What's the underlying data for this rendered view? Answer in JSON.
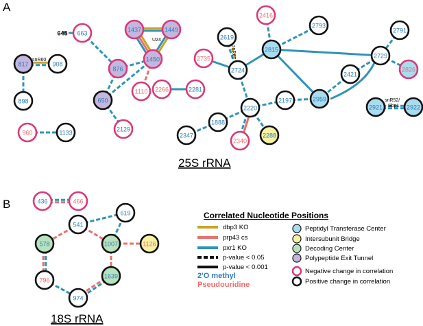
{
  "colors": {
    "dbp3": "#c9a227",
    "prp43": "#e8706e",
    "pxr1": "#2f93b8",
    "ptc": "#a9dcef",
    "bridge": "#f5f2a6",
    "decoding": "#b8e2bd",
    "exit": "#c4b6de",
    "neg": "#d93a78",
    "pos": "#111111",
    "methyl": "#2f7fb8",
    "pseudo": "#e8706e",
    "plain": "#111111"
  },
  "panels": {
    "a": "A",
    "b": "B"
  },
  "titles": {
    "r25s": "25S rRNA",
    "r18s": "18S rRNA"
  },
  "legend": {
    "title": "Correlated Nucleotide Positions",
    "lines": [
      {
        "key": "dbp3",
        "label": "dbp3 KO"
      },
      {
        "key": "prp43",
        "label": "prp43 cs"
      },
      {
        "key": "pxr1",
        "label": "pxr1 KO"
      }
    ],
    "pvals": [
      {
        "style": "dashed",
        "label": "p-value < 0.05"
      },
      {
        "style": "solid",
        "label": "p-value < 0.001"
      }
    ],
    "methyl": "2'O methyl",
    "pseudo": "Pseudouridine",
    "regions": [
      {
        "fill": "ptc",
        "label": "Peptidyl Transferase Center"
      },
      {
        "fill": "bridge",
        "label": "Intersubunit Bridge"
      },
      {
        "fill": "decoding",
        "label": "Decoding Center"
      },
      {
        "fill": "exit",
        "label": "Polypeptide Exit Tunnel"
      }
    ],
    "rings": [
      {
        "ring": "neg",
        "label": "Negative change in correlation"
      },
      {
        "ring": "pos",
        "label": "Positive change in correlation"
      }
    ]
  },
  "annotations": [
    {
      "id": "snr60",
      "text": "snR60"
    },
    {
      "id": "u24",
      "text": "U24"
    },
    {
      "id": "snr67",
      "text": "snR67"
    },
    {
      "id": "snr52a",
      "text": "snR52/"
    },
    {
      "id": "snr52b",
      "text": "Sbp1"
    }
  ],
  "nodes": [
    {
      "id": "645",
      "label": "645",
      "ring": "none",
      "fill": "none",
      "text": "plain",
      "bold": true
    },
    {
      "id": "663",
      "label": "663",
      "ring": "neg",
      "fill": "none",
      "text": "methyl"
    },
    {
      "id": "817",
      "label": "817",
      "ring": "pos",
      "fill": "exit",
      "text": "methyl"
    },
    {
      "id": "908",
      "label": "908",
      "ring": "pos",
      "fill": "none",
      "text": "methyl"
    },
    {
      "id": "898",
      "label": "898",
      "ring": "pos",
      "fill": "none",
      "text": "methyl"
    },
    {
      "id": "960",
      "label": "960",
      "ring": "neg",
      "fill": "none",
      "text": "pseudo"
    },
    {
      "id": "1133",
      "label": "1133",
      "ring": "pos",
      "fill": "none",
      "text": "methyl"
    },
    {
      "id": "1437",
      "label": "1437",
      "ring": "neg",
      "fill": "exit",
      "text": "methyl"
    },
    {
      "id": "1449",
      "label": "1449",
      "ring": "neg",
      "fill": "exit",
      "text": "methyl"
    },
    {
      "id": "1450",
      "label": "1450",
      "ring": "neg",
      "fill": "exit",
      "text": "methyl"
    },
    {
      "id": "876",
      "label": "876",
      "ring": "neg",
      "fill": "exit",
      "text": "methyl"
    },
    {
      "id": "650",
      "label": "650",
      "ring": "pos",
      "fill": "exit",
      "text": "methyl"
    },
    {
      "id": "1110",
      "label": "1110",
      "ring": "neg",
      "fill": "none",
      "text": "pseudo"
    },
    {
      "id": "2129",
      "label": "2129",
      "ring": "neg",
      "fill": "none",
      "text": "methyl"
    },
    {
      "id": "2266",
      "label": "2266",
      "ring": "neg",
      "fill": "none",
      "text": "pseudo"
    },
    {
      "id": "2281",
      "label": "2281",
      "ring": "neg",
      "fill": "none",
      "text": "methyl"
    },
    {
      "id": "2416",
      "label": "2416",
      "ring": "neg",
      "fill": "none",
      "text": "pseudo"
    },
    {
      "id": "2619",
      "label": "2619",
      "ring": "pos",
      "fill": "none",
      "text": "methyl"
    },
    {
      "id": "2735",
      "label": "2735",
      "ring": "neg",
      "fill": "none",
      "text": "pseudo"
    },
    {
      "id": "2724",
      "label": "2724",
      "ring": "pos",
      "fill": "none",
      "text": "methyl"
    },
    {
      "id": "2815",
      "label": "2815",
      "ring": "pos",
      "fill": "ptc",
      "text": "methyl"
    },
    {
      "id": "2793",
      "label": "2793",
      "ring": "pos",
      "fill": "none",
      "text": "methyl"
    },
    {
      "id": "2791",
      "label": "2791",
      "ring": "pos",
      "fill": "none",
      "text": "methyl"
    },
    {
      "id": "2729",
      "label": "2729",
      "ring": "pos",
      "fill": "none",
      "text": "methyl"
    },
    {
      "id": "2826",
      "label": "2826",
      "ring": "neg",
      "fill": "ptc",
      "text": "pseudo"
    },
    {
      "id": "2421",
      "label": "2421",
      "ring": "pos",
      "fill": "none",
      "text": "methyl"
    },
    {
      "id": "2959",
      "label": "2959",
      "ring": "pos",
      "fill": "ptc",
      "text": "methyl"
    },
    {
      "id": "2197",
      "label": "2197",
      "ring": "pos",
      "fill": "none",
      "text": "methyl"
    },
    {
      "id": "2220",
      "label": "2220",
      "ring": "pos",
      "fill": "none",
      "text": "methyl"
    },
    {
      "id": "1888",
      "label": "1888",
      "ring": "pos",
      "fill": "none",
      "text": "methyl"
    },
    {
      "id": "2347",
      "label": "2347",
      "ring": "pos",
      "fill": "none",
      "text": "methyl"
    },
    {
      "id": "2340",
      "label": "2340",
      "ring": "neg",
      "fill": "none",
      "text": "pseudo"
    },
    {
      "id": "2288",
      "label": "2288",
      "ring": "pos",
      "fill": "bridge",
      "text": "methyl"
    },
    {
      "id": "2921",
      "label": "2921",
      "ring": "pos",
      "fill": "ptc",
      "text": "methyl"
    },
    {
      "id": "2922",
      "label": "2922",
      "ring": "pos",
      "fill": "ptc",
      "text": "methyl"
    },
    {
      "id": "436",
      "label": "436",
      "ring": "neg",
      "fill": "none",
      "text": "methyl"
    },
    {
      "id": "466",
      "label": "466",
      "ring": "neg",
      "fill": "none",
      "text": "pseudo"
    },
    {
      "id": "541",
      "label": "541",
      "ring": "pos",
      "fill": "none",
      "text": "methyl"
    },
    {
      "id": "619",
      "label": "619",
      "ring": "pos",
      "fill": "none",
      "text": "methyl"
    },
    {
      "id": "578",
      "label": "578",
      "ring": "pos",
      "fill": "decoding",
      "text": "methyl"
    },
    {
      "id": "1007",
      "label": "1007",
      "ring": "pos",
      "fill": "decoding",
      "text": "methyl"
    },
    {
      "id": "1126",
      "label": "1126",
      "ring": "pos",
      "fill": "bridge",
      "text": "pseudo"
    },
    {
      "id": "796",
      "label": "796",
      "ring": "pos",
      "fill": "none",
      "text": "pseudo"
    },
    {
      "id": "1639",
      "label": "1639",
      "ring": "pos",
      "fill": "decoding",
      "text": "methyl"
    },
    {
      "id": "974",
      "label": "974",
      "ring": "pos",
      "fill": "none",
      "text": "methyl"
    }
  ],
  "edges": [
    {
      "a": "645",
      "b": "663",
      "styles": [
        [
          "pxr1",
          "dashed"
        ]
      ]
    },
    {
      "a": "817",
      "b": "908",
      "styles": [
        [
          "dbp3",
          "solid"
        ],
        [
          "pxr1",
          "dashed"
        ]
      ]
    },
    {
      "a": "817",
      "b": "898",
      "styles": [
        [
          "pxr1",
          "dashed"
        ]
      ]
    },
    {
      "a": "960",
      "b": "1133",
      "styles": [
        [
          "pxr1",
          "dashed"
        ]
      ]
    },
    {
      "a": "1437",
      "b": "1449",
      "styles": [
        [
          "dbp3",
          "solid"
        ],
        [
          "pxr1",
          "solid"
        ]
      ]
    },
    {
      "a": "1437",
      "b": "1450",
      "styles": [
        [
          "dbp3",
          "solid"
        ],
        [
          "prp43",
          "solid"
        ],
        [
          "pxr1",
          "solid"
        ]
      ]
    },
    {
      "a": "1449",
      "b": "1450",
      "styles": [
        [
          "dbp3",
          "solid"
        ],
        [
          "pxr1",
          "solid"
        ]
      ]
    },
    {
      "a": "663",
      "b": "876",
      "styles": [
        [
          "pxr1",
          "dashed"
        ]
      ]
    },
    {
      "a": "876",
      "b": "1450",
      "styles": [
        [
          "pxr1",
          "dashed"
        ]
      ]
    },
    {
      "a": "876",
      "b": "650",
      "styles": [
        [
          "pxr1",
          "dashed"
        ]
      ]
    },
    {
      "a": "650",
      "b": "1450",
      "styles": [
        [
          "pxr1",
          "dashed"
        ]
      ]
    },
    {
      "a": "1450",
      "b": "1110",
      "styles": [
        [
          "prp43",
          "dashed"
        ]
      ]
    },
    {
      "a": "650",
      "b": "2129",
      "styles": [
        [
          "pxr1",
          "dashed"
        ]
      ]
    },
    {
      "a": "2266",
      "b": "2281",
      "styles": [
        [
          "pxr1",
          "solid"
        ]
      ]
    },
    {
      "a": "2619",
      "b": "2724",
      "styles": [
        [
          "dbp3",
          "dashed"
        ],
        [
          "pxr1",
          "dashed"
        ]
      ]
    },
    {
      "a": "2735",
      "b": "2724",
      "styles": [
        [
          "pxr1",
          "solid"
        ]
      ]
    },
    {
      "a": "2724",
      "b": "2815",
      "styles": [
        [
          "pxr1",
          "solid"
        ]
      ]
    },
    {
      "a": "2416",
      "b": "2815",
      "styles": [
        [
          "pxr1",
          "dashed"
        ]
      ]
    },
    {
      "a": "2793",
      "b": "2815",
      "styles": [
        [
          "pxr1",
          "dashed"
        ]
      ]
    },
    {
      "a": "2815",
      "b": "2729",
      "styles": [
        [
          "pxr1",
          "solid"
        ]
      ]
    },
    {
      "a": "2815",
      "b": "2959",
      "styles": [
        [
          "pxr1",
          "solid"
        ]
      ]
    },
    {
      "a": "2791",
      "b": "2729",
      "styles": [
        [
          "pxr1",
          "dashed"
        ]
      ]
    },
    {
      "a": "2729",
      "b": "2826",
      "styles": [
        [
          "pxr1",
          "dashed"
        ]
      ]
    },
    {
      "a": "2729",
      "b": "2421",
      "styles": [
        [
          "pxr1",
          "dashed"
        ]
      ]
    },
    {
      "a": "2421",
      "b": "2959",
      "styles": [
        [
          "pxr1",
          "dashed"
        ]
      ]
    },
    {
      "a": "2724",
      "b": "2220",
      "styles": [
        [
          "pxr1",
          "dashed"
        ]
      ]
    },
    {
      "a": "2220",
      "b": "2197",
      "styles": [
        [
          "pxr1",
          "dashed"
        ]
      ]
    },
    {
      "a": "2197",
      "b": "2959",
      "styles": [
        [
          "pxr1",
          "dashed"
        ]
      ]
    },
    {
      "a": "2220",
      "b": "1888",
      "styles": [
        [
          "pxr1",
          "dashed"
        ]
      ]
    },
    {
      "a": "1888",
      "b": "2347",
      "styles": [
        [
          "pxr1",
          "dashed"
        ]
      ]
    },
    {
      "a": "2220",
      "b": "2340",
      "styles": [
        [
          "prp43",
          "solid"
        ],
        [
          "pxr1",
          "dashed"
        ]
      ]
    },
    {
      "a": "2220",
      "b": "2288",
      "styles": [
        [
          "pxr1",
          "dashed"
        ]
      ]
    },
    {
      "a": "2921",
      "b": "2922",
      "styles": [
        [
          "pxr1",
          "dashed"
        ],
        [
          "pxr1",
          "dashed"
        ]
      ]
    },
    {
      "a": "436",
      "b": "466",
      "styles": [
        [
          "pxr1",
          "dashed"
        ],
        [
          "prp43",
          "dashed"
        ]
      ]
    },
    {
      "a": "541",
      "b": "619",
      "styles": [
        [
          "pxr1",
          "dashed"
        ]
      ]
    },
    {
      "a": "541",
      "b": "578",
      "styles": [
        [
          "prp43",
          "dashed"
        ]
      ]
    },
    {
      "a": "541",
      "b": "1007",
      "styles": [
        [
          "prp43",
          "dashed"
        ]
      ]
    },
    {
      "a": "1007",
      "b": "619",
      "styles": [
        [
          "pxr1",
          "dashed"
        ]
      ]
    },
    {
      "a": "1007",
      "b": "1126",
      "styles": [
        [
          "prp43",
          "dashed"
        ]
      ]
    },
    {
      "a": "578",
      "b": "796",
      "styles": [
        [
          "pxr1",
          "dashed"
        ],
        [
          "prp43",
          "dashed"
        ]
      ]
    },
    {
      "a": "1007",
      "b": "1639",
      "styles": [
        [
          "prp43",
          "dashed"
        ]
      ]
    },
    {
      "a": "796",
      "b": "974",
      "styles": [
        [
          "pxr1",
          "dashed"
        ]
      ]
    },
    {
      "a": "1639",
      "b": "974",
      "styles": [
        [
          "pxr1",
          "dashed"
        ],
        [
          "prp43",
          "dashed"
        ]
      ]
    }
  ]
}
